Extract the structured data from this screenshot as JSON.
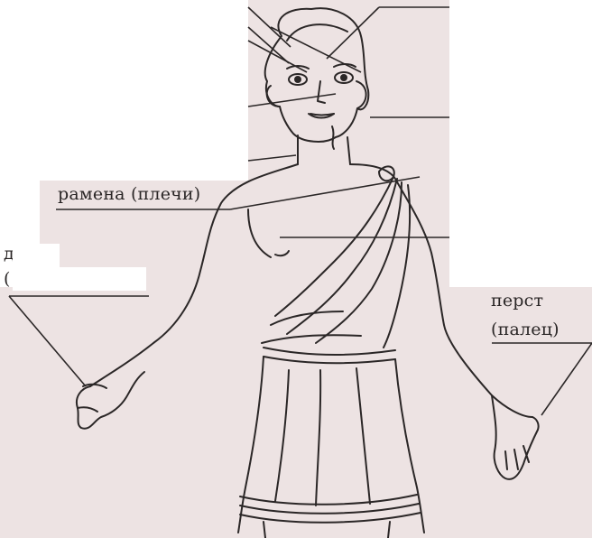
{
  "labels": {
    "shoulders": "рамена (плечи)",
    "finger_line1": "перст",
    "finger_line2": "(палец)",
    "hand_partial_line1": "д  на",
    "hand_partial_line2": "(              )"
  },
  "colors": {
    "paper": "#ede3e3",
    "ink": "#2b2727",
    "background": "#ffffff"
  }
}
